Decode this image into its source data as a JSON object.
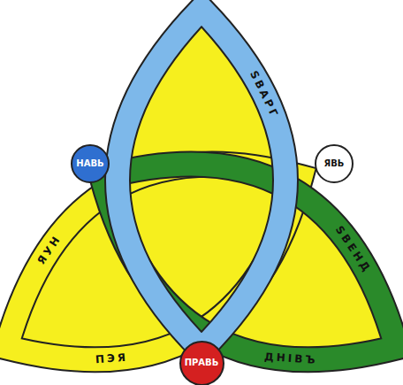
{
  "diagram": {
    "nodes": [
      {
        "text": [
          "ЅВАРГ"
        ]
      },
      {
        "text": [
          "ЅВЕНД",
          "ДНІВЪ"
        ]
      },
      {
        "text": [
          "ЯУН",
          "ПЭЯ"
        ]
      },
      {
        "text": [
          "НАВЬ"
        ]
      },
      {
        "text": [
          "ЯВЬ"
        ]
      },
      {
        "text": [
          "ПРАВЬ"
        ]
      }
    ]
  }
}
